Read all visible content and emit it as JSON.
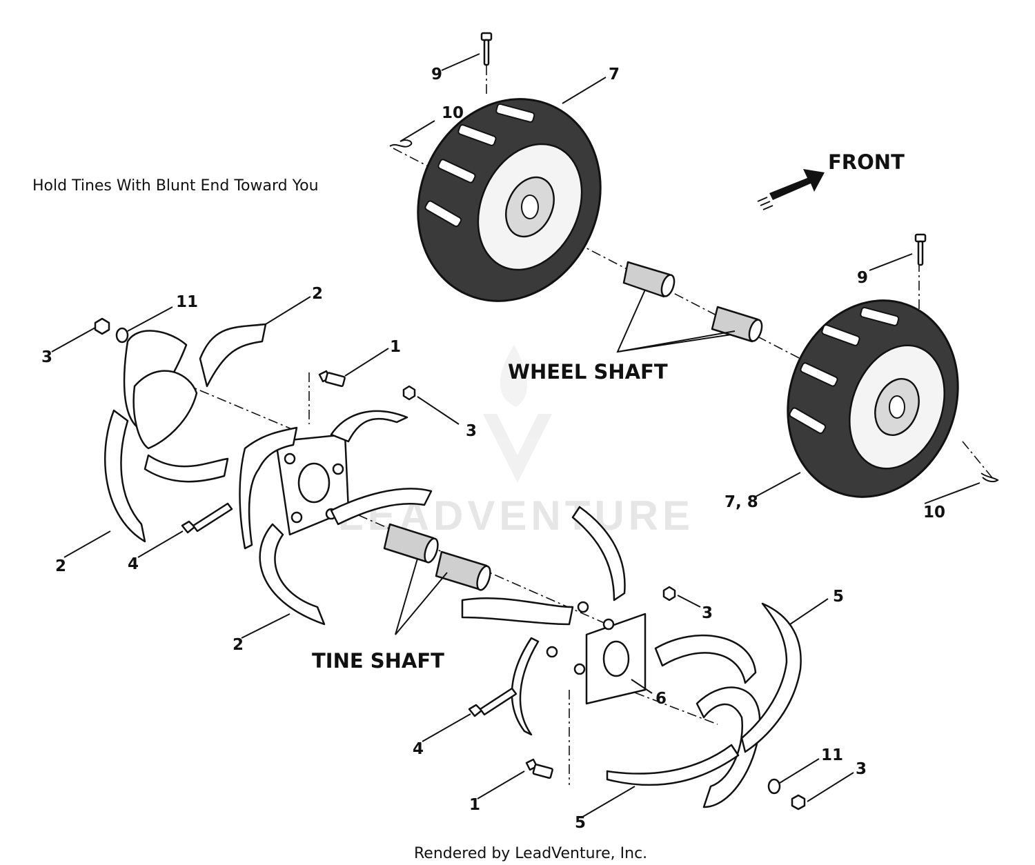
{
  "note": "Hold Tines With Blunt End Toward You",
  "front_label": "FRONT",
  "wheel_shaft_label": "WHEEL SHAFT",
  "tine_shaft_label": "TINE SHAFT",
  "footer": "Rendered by LeadVenture, Inc.",
  "watermark": "LEADVENTURE",
  "callouts": {
    "c9_top": "9",
    "c7_top": "7",
    "c10_top": "10",
    "c9_right": "9",
    "c78": "7, 8",
    "c10_right": "10",
    "c11_left": "11",
    "c2_top": "2",
    "c3_left": "3",
    "c1_mid": "1",
    "c3_mid": "3",
    "c2_bl": "2",
    "c4_left": "4",
    "c2_bot": "2",
    "c3_lower": "3",
    "c5_top": "5",
    "c6": "6",
    "c4_lower": "4",
    "c11_lower": "11",
    "c3_bot": "3",
    "c1_bot": "1",
    "c5_bot": "5"
  }
}
